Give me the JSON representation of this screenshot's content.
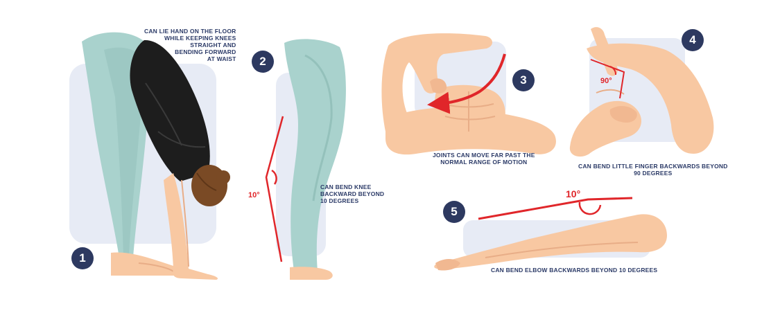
{
  "colors": {
    "panel": "#e7ebf5",
    "leg": "#a9d2cd",
    "leg_shadow": "#8fbdb7",
    "shirt": "#1d1d1d",
    "skin": "#f8c8a2",
    "skin_shadow": "#e8ad87",
    "hair": "#7a4a25",
    "arrow": "#e0262a",
    "badge": "#2d3960",
    "text": "#2b3a67"
  },
  "panels": [
    {
      "number": "1",
      "caption": [
        "CAN LIE HAND ON THE FLOOR",
        "WHILE KEEPING KNEES",
        "STRAIGHT AND",
        "BENDING FORWARD",
        "AT WAIST"
      ]
    },
    {
      "number": "2",
      "angle": "10°",
      "caption": [
        "CAN BEND KNEE",
        "BACKWARD BEYOND",
        "10 DEGREES"
      ]
    },
    {
      "number": "3",
      "caption": [
        "JOINTS CAN MOVE FAR PAST THE",
        "NORMAL RANGE OF MOTION"
      ]
    },
    {
      "number": "4",
      "angle": "90°",
      "caption": [
        "CAN BEND LITTLE FINGER BACKWARDS BEYOND",
        "90 DEGREES"
      ]
    },
    {
      "number": "5",
      "angle": "10°",
      "caption": [
        "CAN BEND ELBOW BACKWARDS BEYOND 10 DEGREES"
      ]
    }
  ]
}
